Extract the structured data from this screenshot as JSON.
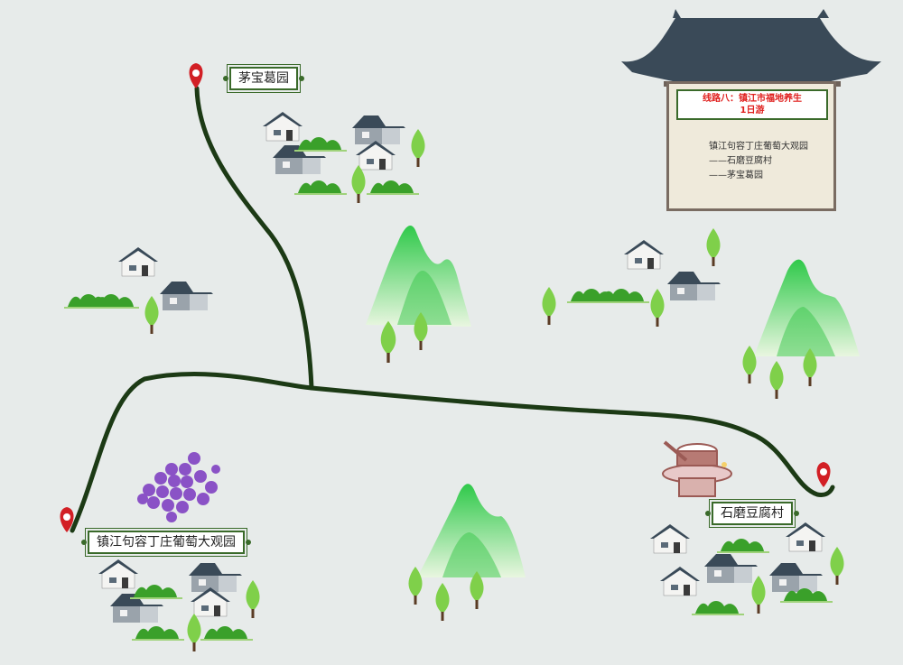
{
  "map": {
    "locations": [
      {
        "id": "maobao",
        "name": "茅宝葛园"
      },
      {
        "id": "grape",
        "name": "镇江句容丁庄葡萄大观园"
      },
      {
        "id": "tofu",
        "name": "石磨豆腐村"
      }
    ],
    "info_board": {
      "title_line1": "线路八：镇江市福地养生",
      "title_line2": "1日游",
      "route_lines": [
        "镇江句容丁庄葡萄大观园",
        "——石磨豆腐村",
        "——茅宝葛园"
      ]
    }
  },
  "colors": {
    "background": "#e7ebea",
    "route": "#1c3a15",
    "pin": "#d21f25",
    "board_title": "#e0201e",
    "tree": "#7fd04a",
    "mountain": "#3fd04a",
    "grape": "#8a52c6",
    "roof": "#3a4a58",
    "bush": "#3aa02a"
  },
  "icons": [
    "map-pin-icon",
    "house-icon",
    "tree-icon",
    "mountain-icon",
    "grape-icon",
    "stone-mill-icon",
    "pavilion-roof-icon"
  ]
}
